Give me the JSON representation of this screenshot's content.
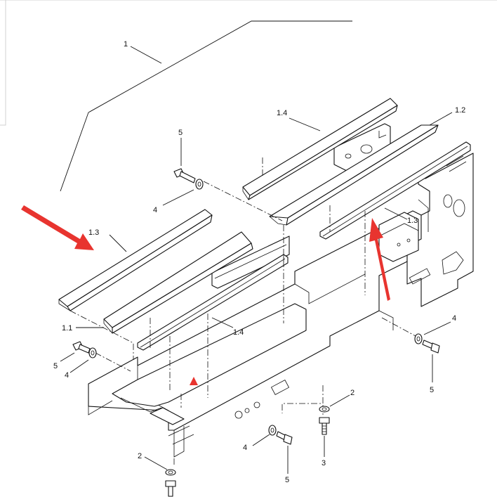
{
  "diagram": {
    "callouts": [
      {
        "id": "c-1",
        "text": "1"
      },
      {
        "id": "c-1-4-top",
        "text": "1.4"
      },
      {
        "id": "c-1-2",
        "text": "1.2"
      },
      {
        "id": "c-5-top",
        "text": "5"
      },
      {
        "id": "c-4-top",
        "text": "4"
      },
      {
        "id": "c-1-3-left",
        "text": "1.3"
      },
      {
        "id": "c-1-3-right",
        "text": "1.3"
      },
      {
        "id": "c-1-1",
        "text": "1.1"
      },
      {
        "id": "c-1-4-mid",
        "text": "1.4"
      },
      {
        "id": "c-5-left",
        "text": "5"
      },
      {
        "id": "c-4-left",
        "text": "4"
      },
      {
        "id": "c-4-right",
        "text": "4"
      },
      {
        "id": "c-5-right",
        "text": "5"
      },
      {
        "id": "c-2-right",
        "text": "2"
      },
      {
        "id": "c-4-bottom",
        "text": "4"
      },
      {
        "id": "c-3",
        "text": "3"
      },
      {
        "id": "c-2-bottom",
        "text": "2"
      },
      {
        "id": "c-5-bottom",
        "text": "5"
      }
    ],
    "colors": {
      "line": "#111111",
      "arrow": "#e8342f",
      "background": "#ffffff"
    }
  }
}
